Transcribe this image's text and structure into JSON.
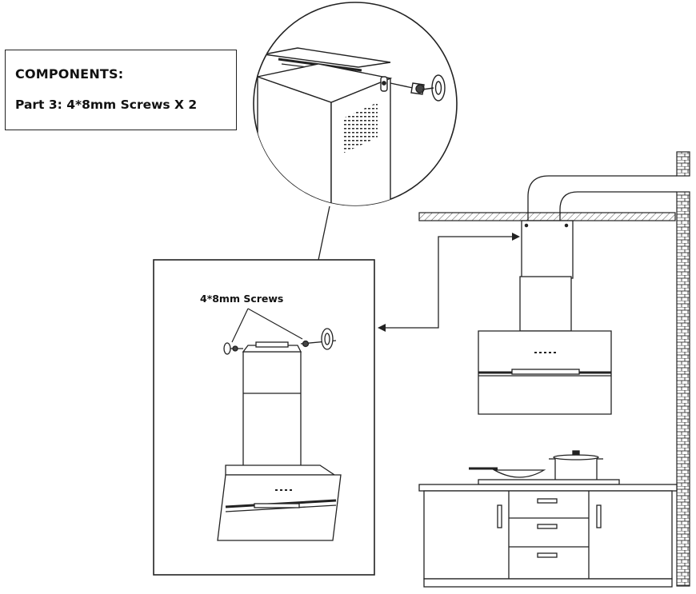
{
  "components": {
    "title": "COMPONENTS:",
    "part": "Part 3:  4*8mm Screws X 2"
  },
  "callout": {
    "screw_label": "4*8mm Screws"
  },
  "colors": {
    "line": "#222222",
    "hatch": "#555555",
    "background": "#ffffff"
  }
}
